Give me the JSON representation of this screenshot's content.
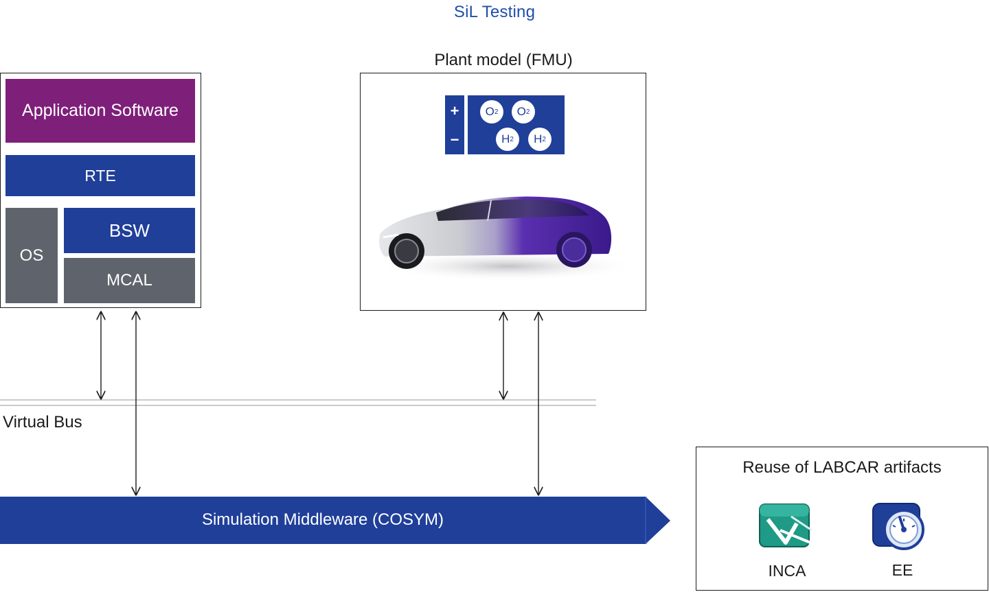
{
  "title": "SiL Testing",
  "ecu_stack": {
    "application": "Application Software",
    "rte": "RTE",
    "os": "OS",
    "bsw": "BSW",
    "mcal": "MCAL"
  },
  "plant_model": {
    "label": "Plant model (FMU)",
    "fuel_cell": {
      "plus": "+",
      "minus": "−",
      "molecules": [
        {
          "symbol": "O",
          "subscript": "2"
        },
        {
          "symbol": "O",
          "subscript": "2"
        },
        {
          "symbol": "H",
          "subscript": "2"
        },
        {
          "symbol": "H",
          "subscript": "2"
        }
      ]
    }
  },
  "virtual_bus": {
    "label": "Virtual Bus"
  },
  "middleware": {
    "label": "Simulation Middleware (COSYM)"
  },
  "reuse": {
    "title": "Reuse of LABCAR artifacts",
    "tools": [
      {
        "label": "INCA",
        "icon": "inca-icon"
      },
      {
        "label": "EE",
        "icon": "ee-icon"
      }
    ]
  },
  "colors": {
    "title_blue": "#1f4fa8",
    "navy": "#1f3f99",
    "purple": "#7e1f7a",
    "gray": "#5f646c",
    "inca_green": "#1e9a86"
  }
}
